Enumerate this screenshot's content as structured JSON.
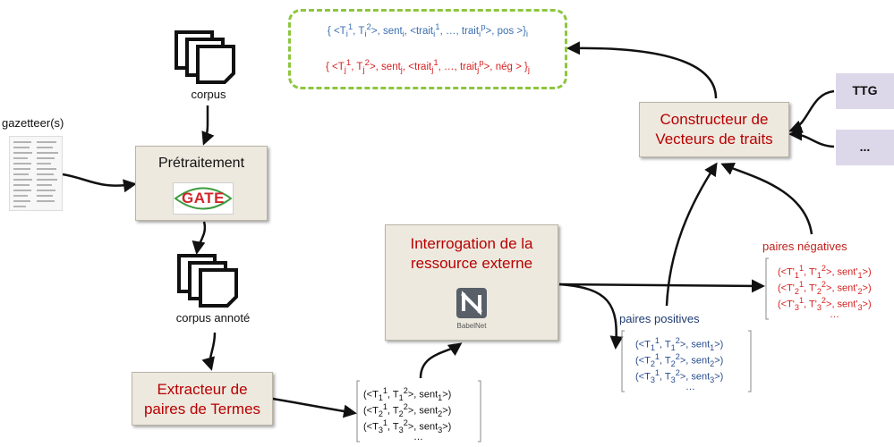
{
  "labels": {
    "corpus": "corpus",
    "gazetteer": "gazetteer(s)",
    "corpus_annote": "corpus annoté",
    "paires_positives": "paires positives",
    "paires_negatives": "paires négatives"
  },
  "boxes": {
    "pretraitement": "Prétraitement",
    "gate_logo": "GATE",
    "extracteur_line1": "Extracteur de",
    "extracteur_line2": "paires de Termes",
    "interrogation_line1": "Interrogation de la",
    "interrogation_line2": "ressource externe",
    "babelnet_logo": "BabelNet",
    "constructeur_line1": "Constructeur de",
    "constructeur_line2": "Vecteurs de traits",
    "ttg": "TTG",
    "more_resources": "..."
  },
  "vectors": {
    "positive": "{ <T_i^1, T_i^2>, sent_i, <trait_i^1, …, trait_i^p>, pos >}_i",
    "negative": "{ <T_j^1, T_j^2>, sent_j, <trait_j^1, …, trait_j^p>, nég > }_j"
  },
  "colors": {
    "box_fill": "#ede9df",
    "title_red": "#b80000",
    "negative_red": "#d61f1f",
    "positive_blue": "#2a4d8f",
    "dashed_green": "#8dc63f",
    "external_fill": "#dcd8ea"
  },
  "icons": [
    "document-stack-icon",
    "gazetteer-list-icon",
    "gate-logo-icon",
    "babelnet-logo-icon"
  ]
}
